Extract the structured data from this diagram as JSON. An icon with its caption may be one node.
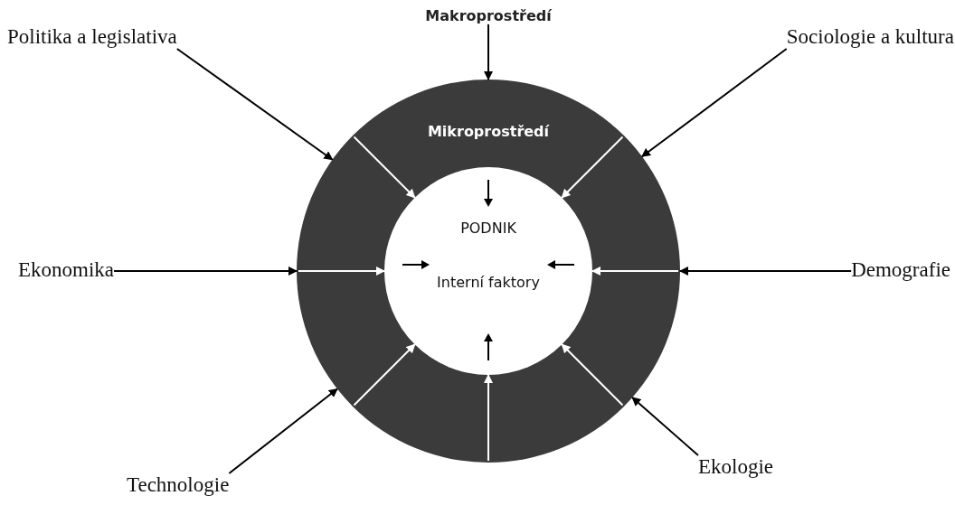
{
  "diagram": {
    "nodes": [
      {
        "text": [
          "Politika a legislativa"
        ]
      },
      {
        "text": [
          "Makroprostředí"
        ]
      },
      {
        "text": [
          "Sociologie a kultura"
        ]
      },
      {
        "text": [
          "Mikroprostředí"
        ]
      },
      {
        "text": [
          "PODNIK",
          "Interní faktory"
        ],
        "in": 3
      },
      {
        "text": [
          "Ekonomika"
        ]
      },
      {
        "text": [
          "Demografie"
        ]
      },
      {
        "text": [
          "Technologie"
        ]
      },
      {
        "text": [
          "Ekologie"
        ]
      }
    ],
    "edges": [
      {
        "from": 0,
        "to": 3,
        "arrow": "to",
        "color": "#000000"
      },
      {
        "from": 1,
        "to": 3,
        "arrow": "to",
        "color": "#000000"
      },
      {
        "from": 2,
        "to": 3,
        "arrow": "to",
        "color": "#000000"
      },
      {
        "from": 5,
        "to": 3,
        "arrow": "to",
        "color": "#000000"
      },
      {
        "from": 6,
        "to": 3,
        "arrow": "to",
        "color": "#000000"
      },
      {
        "from": 7,
        "to": 3,
        "arrow": "to",
        "color": "#000000"
      },
      {
        "from": 8,
        "to": 3,
        "arrow": "to",
        "color": "#000000"
      },
      {
        "from": 3,
        "to": 4,
        "arrow": "to",
        "color": "#ffffff"
      },
      {
        "from": 3,
        "to": 4,
        "arrow": "to",
        "color": "#ffffff"
      },
      {
        "from": 3,
        "to": 4,
        "arrow": "to",
        "color": "#ffffff"
      },
      {
        "from": 3,
        "to": 4,
        "arrow": "to",
        "color": "#ffffff"
      },
      {
        "from": 3,
        "to": 4,
        "arrow": "to",
        "color": "#ffffff"
      },
      {
        "from": 3,
        "to": 4,
        "arrow": "to",
        "color": "#ffffff"
      },
      {
        "from": 3,
        "to": 4,
        "arrow": "to",
        "color": "#ffffff"
      }
    ]
  }
}
